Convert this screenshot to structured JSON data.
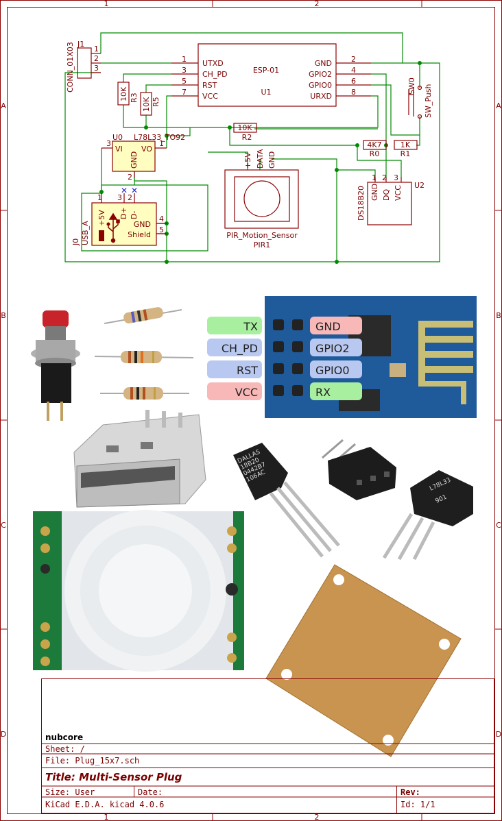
{
  "frame": {
    "col_labels": [
      "1",
      "2"
    ],
    "row_labels": [
      "A",
      "B",
      "C",
      "D"
    ]
  },
  "schematic": {
    "j1": {
      "ref": "J1",
      "value": "CONN_01X03",
      "pins": [
        "1",
        "2",
        "3"
      ]
    },
    "u1": {
      "name": "ESP-01",
      "ref": "U1",
      "left_pins": [
        {
          "num": "1",
          "name": "UTXD"
        },
        {
          "num": "3",
          "name": "CH_PD"
        },
        {
          "num": "5",
          "name": "RST"
        },
        {
          "num": "7",
          "name": "VCC"
        }
      ],
      "right_pins": [
        {
          "num": "2",
          "name": "GND"
        },
        {
          "num": "4",
          "name": "GPIO2"
        },
        {
          "num": "6",
          "name": "GPIO0"
        },
        {
          "num": "8",
          "name": "URXD"
        }
      ]
    },
    "r3": {
      "ref": "R3",
      "value": "10K"
    },
    "r5": {
      "ref": "R5",
      "value": "10K"
    },
    "r2": {
      "ref": "R2",
      "value": "10K"
    },
    "r0": {
      "ref": "R0",
      "value": "4K7"
    },
    "r1": {
      "ref": "R1",
      "value": "1K"
    },
    "sw0": {
      "ref": "SW0",
      "value": "SW_Push"
    },
    "u0": {
      "ref": "U0",
      "value": "L78L33_TO92",
      "vi": "VI",
      "vo": "VO",
      "gnd": "GND",
      "pin_vi": "3",
      "pin_vo": "1",
      "pin_gnd": "2"
    },
    "pir": {
      "pins": [
        "+5V",
        "DATA",
        "GND"
      ],
      "value": "PIR_Motion_Sensor",
      "ref": "PIR1"
    },
    "u2": {
      "ref": "U2",
      "value": "DS18B20",
      "pins": [
        "GND",
        "DQ",
        "VCC"
      ],
      "pin_nums": [
        "1",
        "2",
        "3"
      ]
    },
    "j0": {
      "ref": "J0",
      "value": "USB_A",
      "pins": [
        "+5V",
        "D+",
        "D-",
        "GND",
        "Shield"
      ],
      "pin_nums": [
        "1",
        "3",
        "2",
        "4",
        "5"
      ]
    }
  },
  "esp_pinout": {
    "left": [
      {
        "label": "TX",
        "color": "#a8f0a0"
      },
      {
        "label": "CH_PD",
        "color": "#b8c8f0"
      },
      {
        "label": "RST",
        "color": "#b8c8f0"
      },
      {
        "label": "VCC",
        "color": "#f8b8b8"
      }
    ],
    "right": [
      {
        "label": "GND",
        "color": "#f8b8b8"
      },
      {
        "label": "GPIO2",
        "color": "#b8c8f0"
      },
      {
        "label": "GPIO0",
        "color": "#b8c8f0"
      },
      {
        "label": "RX",
        "color": "#a8f0a0"
      }
    ]
  },
  "photo_text": {
    "ds18b20_marking": [
      "DALLAS",
      "18B20",
      "0442B7",
      "106AC"
    ],
    "l78l33_marking": [
      "L78L33",
      "901"
    ]
  },
  "title_block": {
    "company": "nubcore",
    "sheet_label": "Sheet: /",
    "file_label": "File: Plug_15x7.sch",
    "title": "Title: Multi-Sensor Plug",
    "size_label": "Size: User",
    "date_label": "Date:",
    "rev_label": "Rev:",
    "app_label": "KiCad E.D.A.  kicad 4.0.6",
    "id_label": "Id: 1/1"
  }
}
